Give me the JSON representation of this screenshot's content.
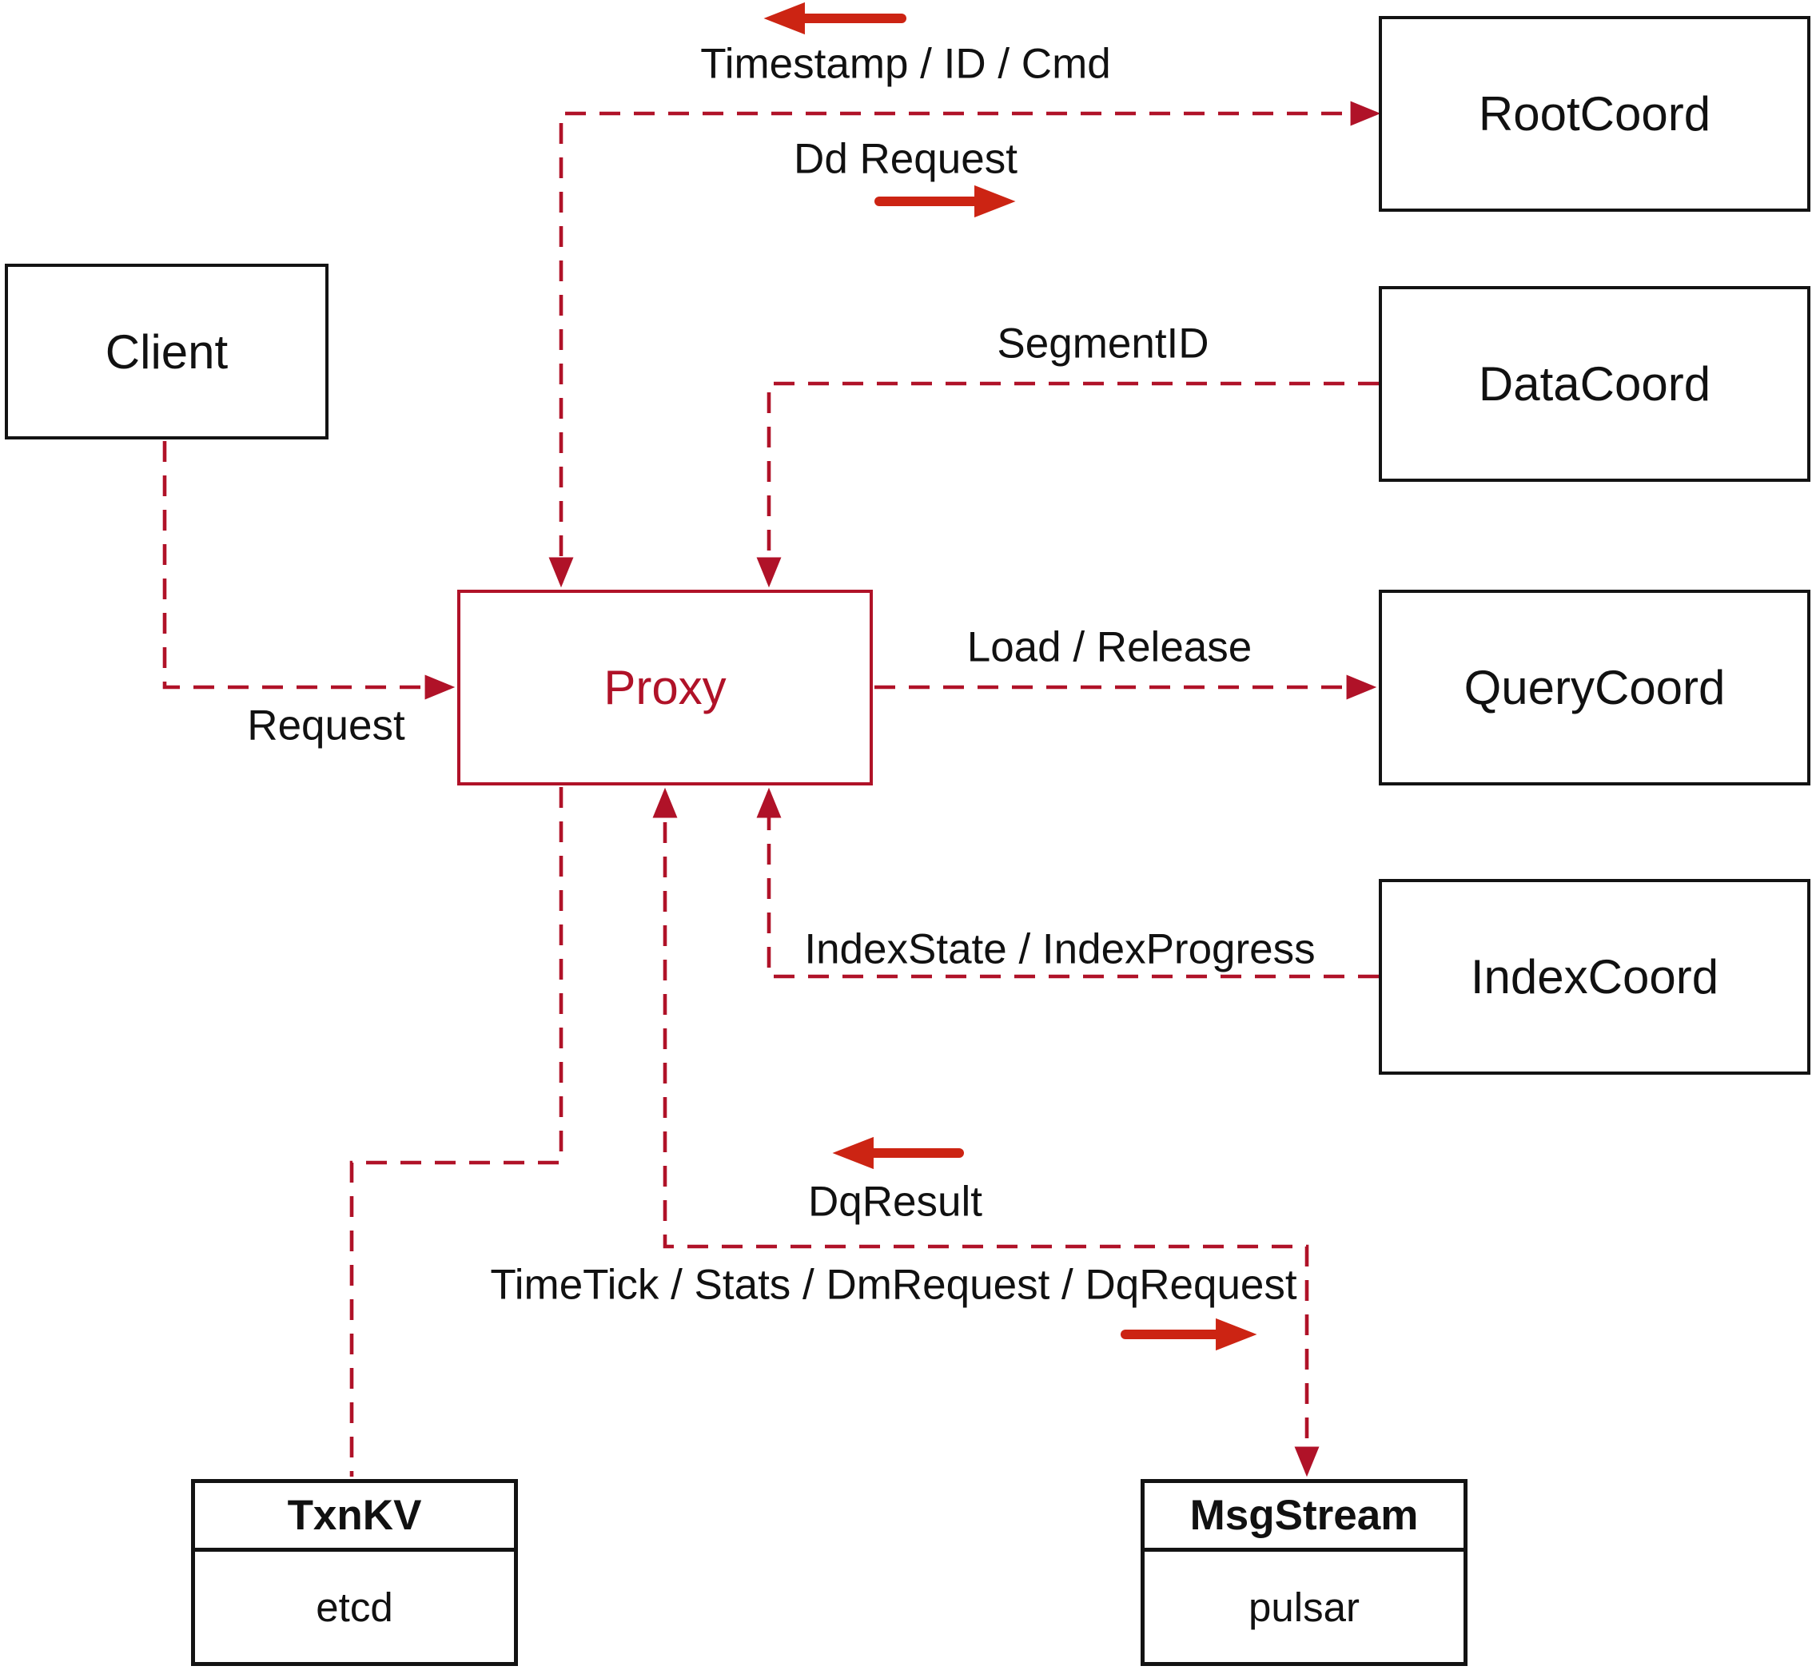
{
  "colors": {
    "line": "#b01228",
    "solid_arrow": "#cc2413",
    "box_border": "#131313",
    "text": "#111111",
    "background": "#ffffff"
  },
  "nodes": {
    "client": {
      "label": "Client"
    },
    "proxy": {
      "label": "Proxy"
    },
    "rootcoord": {
      "label": "RootCoord"
    },
    "datacoord": {
      "label": "DataCoord"
    },
    "querycoord": {
      "label": "QueryCoord"
    },
    "indexcoord": {
      "label": "IndexCoord"
    },
    "txnkv": {
      "title": "TxnKV",
      "impl": "etcd"
    },
    "msgstream": {
      "title": "MsgStream",
      "impl": "pulsar"
    }
  },
  "edge_labels": {
    "timestamp": "Timestamp / ID / Cmd",
    "dd_request": "Dd Request",
    "segment_id": "SegmentID",
    "load_release": "Load / Release",
    "request": "Request",
    "index_state": "IndexState / IndexProgress",
    "dq_result": "DqResult",
    "timetick": "TimeTick / Stats / DmRequest / DqRequest"
  },
  "icons": {
    "arrow_left": "left-direction-arrow",
    "arrow_right": "right-direction-arrow"
  }
}
